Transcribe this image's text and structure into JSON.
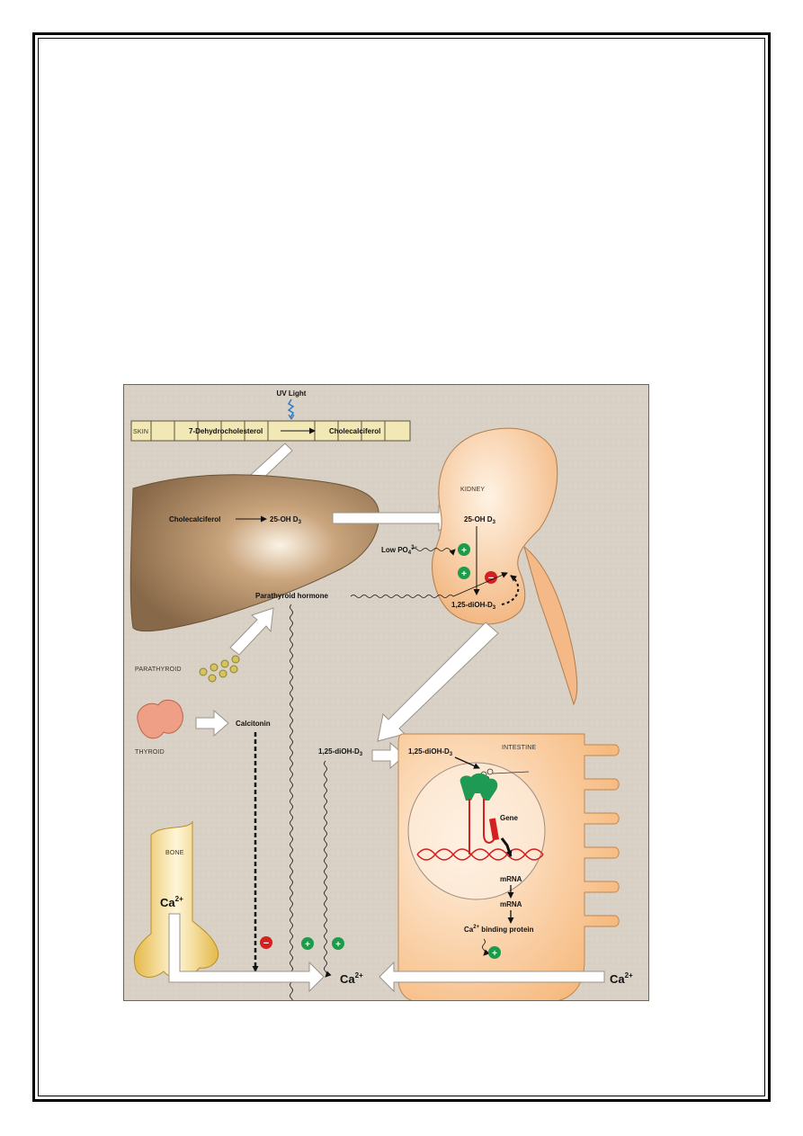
{
  "labels": {
    "uv_light": "UV Light",
    "skin": "SKIN",
    "seven_dehydrocholesterol": "7-Dehydrocholesterol",
    "cholecalciferol_skin": "Cholecalciferol",
    "cholecalciferol_liver": "Cholecalciferol",
    "oh_d3_liver": "25-OH D",
    "kidney": "KIDNEY",
    "oh_d3_kidney": "25-OH D",
    "low_po4": "Low PO",
    "po4_charge": "3−",
    "po4_sub": "4",
    "parathyroid_hormone": "Parathyroid hormone",
    "diohd3_kidney": "1,25-diOH-D",
    "parathyroid": "PARATHYROID",
    "thyroid": "THYROID",
    "calcitonin": "Calcitonin",
    "diohd3_blood": "1,25-diOH-D",
    "diohd3_cell": "1,25-diOH-D",
    "d3_sub": "3",
    "intestine": "INTESTINE",
    "gene": "Gene",
    "mrna_1": "mRNA",
    "mrna_2": "mRNA",
    "ca_binding_protein": " binding protein",
    "bone": "BONE",
    "ca": "Ca",
    "ca_charge": "2+",
    "plus": "+",
    "minus": "−"
  },
  "colors": {
    "background": "#d8d0c4",
    "liver": "#8a6b47",
    "kidney": "#f6c08e",
    "intestine": "#f8c08a",
    "bone": "#e9c35a",
    "thyroid": "#ef9f86",
    "parathyroid_gland": "#c9bd5a",
    "stimulate": "#1f9a4a",
    "inhibit": "#d42020",
    "dna": "#d42020",
    "receptor": "#1f9a55",
    "uv": "#2b7bc6"
  }
}
